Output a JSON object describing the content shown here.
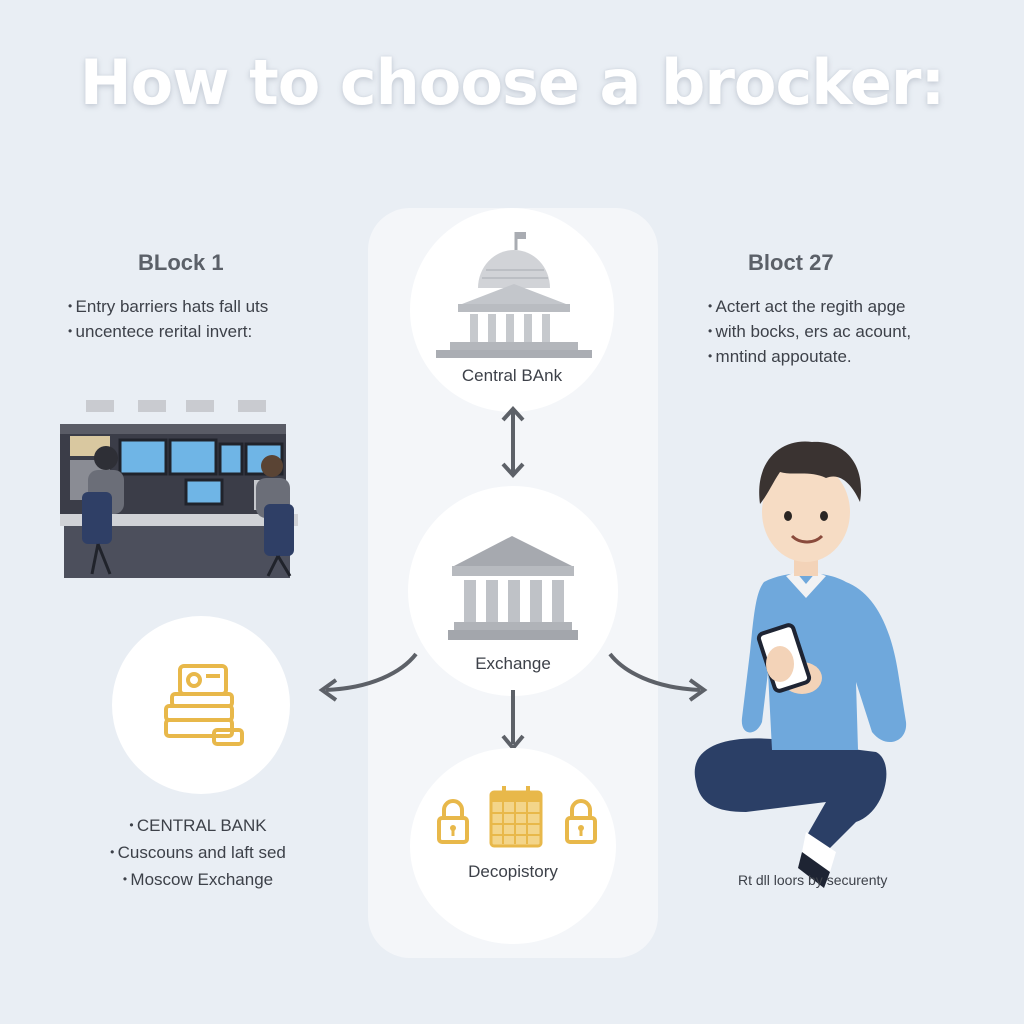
{
  "title": "How to choose a brocker:",
  "block_left": {
    "title": "BLock 1",
    "bullets": [
      "Entry barriers hats fall uts",
      "uncentece rerital invert:"
    ]
  },
  "block_right": {
    "title": "Bloct 27",
    "bullets": [
      "Actert act the regith apge",
      "with bocks, ers ac acount,",
      "mntind appoutate."
    ]
  },
  "nodes": {
    "central_bank": "Central BAnk",
    "exchange": "Exchange",
    "depository": "Decopistory"
  },
  "bottom_list": [
    "CENTRAL BANK",
    "Cuscouns and laft sed",
    "Moscow Exchange"
  ],
  "footnote": "Rt dll loors by securenty",
  "colors": {
    "background": "#e9eef4",
    "accent_gold": "#e8b84a",
    "sweater_blue": "#6fa8dc",
    "building_gray": "#b9bcc1",
    "arrow_gray": "#5d6168"
  }
}
